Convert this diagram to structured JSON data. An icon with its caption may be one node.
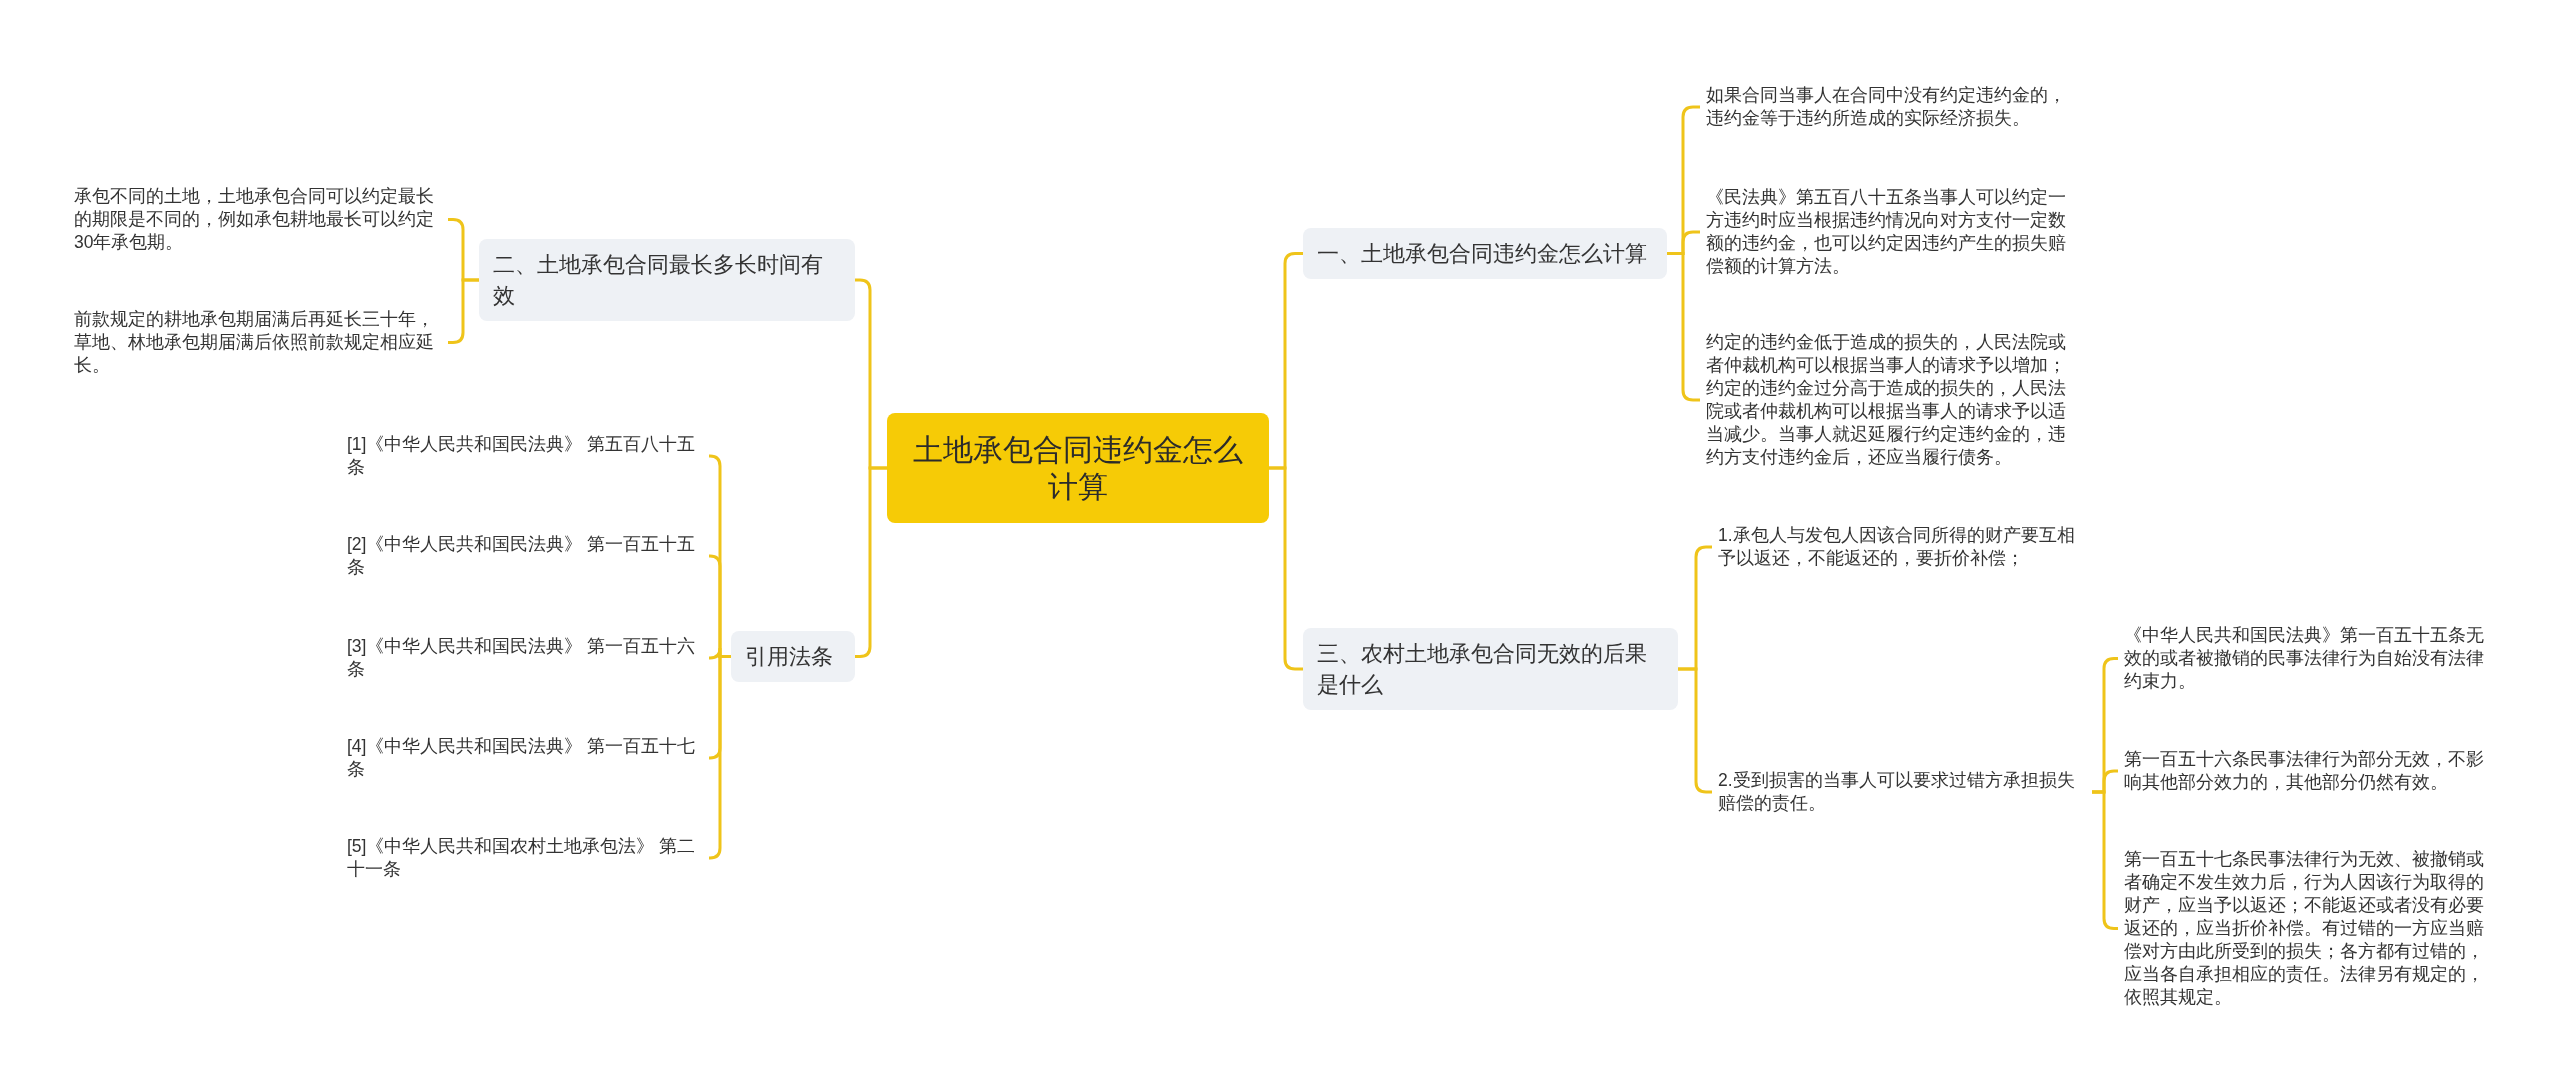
{
  "diagram": {
    "nodes": [
      {
        "text": [
          "土地承包合同违约金怎么计算"
        ]
      },
      {
        "text": [
          "一、土地承包合同违约金怎么计算"
        ]
      },
      {
        "text": [
          "如果合同当事人在合同中没有约定违约金的，违约金等于违约所造成的实际经济损失。"
        ]
      },
      {
        "text": [
          "《民法典》第五百八十五条当事人可以约定一方违约时应当根据违约情况向对方支付一定数额的违约金，也可以约定因违约产生的损失赔偿额的计算方法。"
        ]
      },
      {
        "text": [
          "约定的违约金低于造成的损失的，人民法院或者仲裁机构可以根据当事人的请求予以增加；约定的违约金过分高于造成的损失的，人民法院或者仲裁机构可以根据当事人的请求予以适当减少。当事人就迟延履行约定违约金的，违约方支付违约金后，还应当履行债务。"
        ]
      },
      {
        "text": [
          "二、土地承包合同最长多长时间有效"
        ]
      },
      {
        "text": [
          "承包不同的土地，土地承包合同可以约定最长的期限是不同的，例如承包耕地最长可以约定30年承包期。"
        ]
      },
      {
        "text": [
          "前款规定的耕地承包期届满后再延长三十年，草地、林地承包期届满后依照前款规定相应延长。"
        ]
      },
      {
        "text": [
          "三、农村土地承包合同无效的后果是什么"
        ]
      },
      {
        "text": [
          "1.承包人与发包人因该合同所得的财产要互相予以返还，不能返还的，要折价补偿；"
        ]
      },
      {
        "text": [
          "2.受到损害的当事人可以要求过错方承担损失赔偿的责任。"
        ]
      },
      {
        "text": [
          "《中华人民共和国民法典》第一百五十五条无效的或者被撤销的民事法律行为自始没有法律约束力。"
        ]
      },
      {
        "text": [
          "第一百五十六条民事法律行为部分无效，不影响其他部分效力的，其他部分仍然有效。"
        ]
      },
      {
        "text": [
          "第一百五十七条民事法律行为无效、被撤销或者确定不发生效力后，行为人因该行为取得的财产，应当予以返还；不能返还或者没有必要返还的，应当折价补偿。有过错的一方应当赔偿对方由此所受到的损失；各方都有过错的，应当各自承担相应的责任。法律另有规定的，依照其规定。"
        ]
      },
      {
        "text": [
          "引用法条"
        ]
      },
      {
        "text": [
          "[1]《中华人民共和国民法典》 第五百八十五条"
        ]
      },
      {
        "text": [
          "[2]《中华人民共和国民法典》 第一百五十五条"
        ]
      },
      {
        "text": [
          "[3]《中华人民共和国民法典》 第一百五十六条"
        ]
      },
      {
        "text": [
          "[4]《中华人民共和国民法典》 第一百五十七条"
        ]
      },
      {
        "text": [
          "[5]《中华人民共和国农村土地承包法》 第二十一条"
        ]
      }
    ],
    "edges": [
      {
        "from": 0,
        "to": 1,
        "arrow": "none"
      },
      {
        "from": 1,
        "to": 2,
        "arrow": "none"
      },
      {
        "from": 1,
        "to": 3,
        "arrow": "none"
      },
      {
        "from": 1,
        "to": 4,
        "arrow": "none"
      },
      {
        "from": 0,
        "to": 5,
        "arrow": "none"
      },
      {
        "from": 5,
        "to": 6,
        "arrow": "none"
      },
      {
        "from": 5,
        "to": 7,
        "arrow": "none"
      },
      {
        "from": 0,
        "to": 8,
        "arrow": "none"
      },
      {
        "from": 8,
        "to": 9,
        "arrow": "none"
      },
      {
        "from": 8,
        "to": 10,
        "arrow": "none"
      },
      {
        "from": 10,
        "to": 11,
        "arrow": "none"
      },
      {
        "from": 10,
        "to": 12,
        "arrow": "none"
      },
      {
        "from": 10,
        "to": 13,
        "arrow": "none"
      },
      {
        "from": 0,
        "to": 14,
        "arrow": "none"
      },
      {
        "from": 14,
        "to": 15,
        "arrow": "none"
      },
      {
        "from": 14,
        "to": 16,
        "arrow": "none"
      },
      {
        "from": 14,
        "to": 17,
        "arrow": "none"
      },
      {
        "from": 14,
        "to": 18,
        "arrow": "none"
      },
      {
        "from": 14,
        "to": 19,
        "arrow": "none"
      }
    ]
  }
}
